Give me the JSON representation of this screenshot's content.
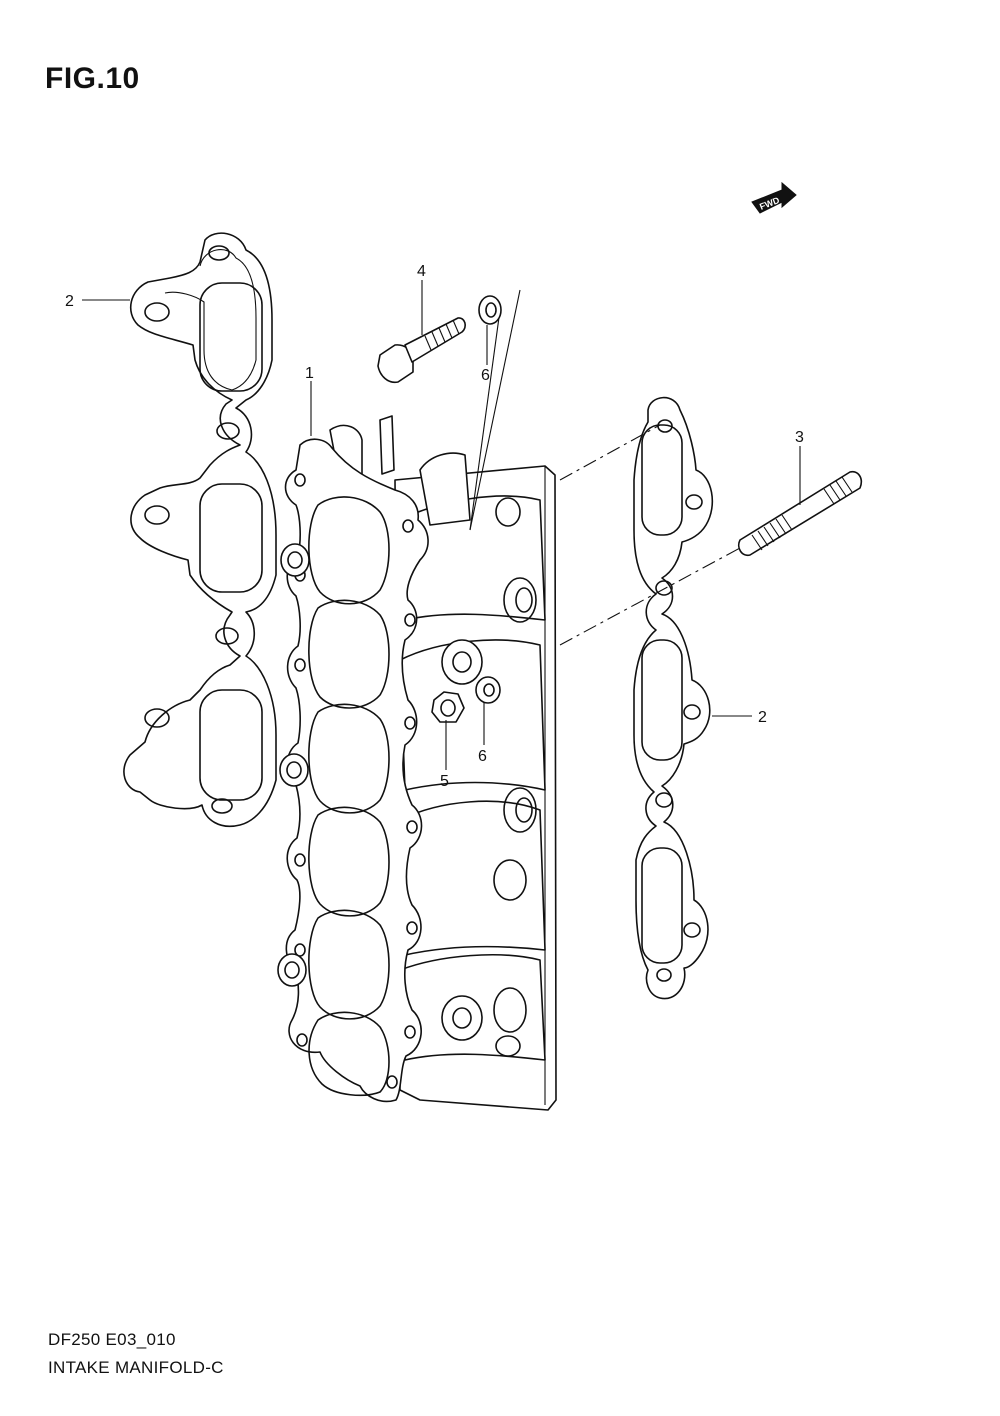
{
  "figure": {
    "title": "FIG.10"
  },
  "fwd": {
    "label": "FWD"
  },
  "callouts": [
    {
      "id": "c1",
      "label": "1"
    },
    {
      "id": "c2a",
      "label": "2"
    },
    {
      "id": "c2b",
      "label": "2"
    },
    {
      "id": "c3",
      "label": "3"
    },
    {
      "id": "c4",
      "label": "4"
    },
    {
      "id": "c5",
      "label": "5"
    },
    {
      "id": "c6a",
      "label": "6"
    },
    {
      "id": "c6b",
      "label": "6"
    }
  ],
  "footer": {
    "code": "DF250 E03_010",
    "name": "INTAKE MANIFOLD-C"
  }
}
